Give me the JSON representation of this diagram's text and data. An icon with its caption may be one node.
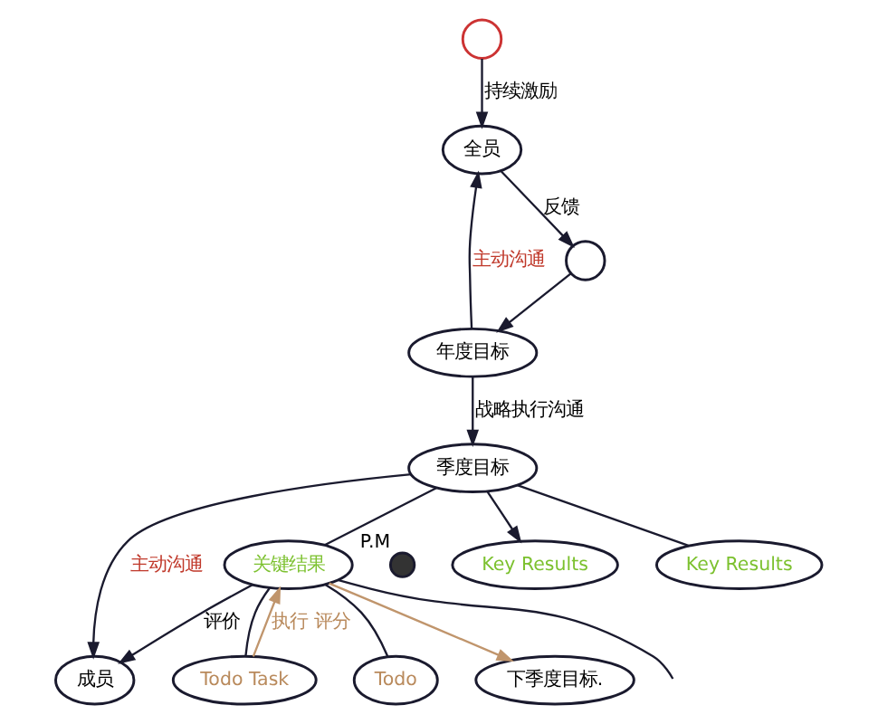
{
  "diagram": {
    "nodes": [
      {
        "text": [],
        "shape": "heart"
      },
      {
        "text": [],
        "shape": "circle"
      },
      {
        "text": [
          "年度目标"
        ]
      },
      {
        "text": [
          "全员"
        ]
      },
      {
        "text": [
          "季度目标"
        ]
      },
      {
        "text": [
          "成员"
        ]
      },
      {
        "text": [
          "关键结果"
        ]
      },
      {
        "text": [],
        "shape": "person",
        "beside": [
          "P.M"
        ]
      },
      {
        "text": [
          "Key Results"
        ]
      },
      {
        "text": [
          "Key Results"
        ]
      },
      {
        "text": [
          "Todo Task"
        ]
      },
      {
        "text": [
          "Todo"
        ]
      },
      {
        "text": [
          "下季度目标."
        ]
      }
    ],
    "edges": [
      {
        "from": 0,
        "to": 3,
        "arrow": "to",
        "label": "持续激励"
      },
      {
        "from": 3,
        "to": 1,
        "arrow": "to",
        "label": "反馈"
      },
      {
        "from": 1,
        "to": 2,
        "arrow": "to"
      },
      {
        "from": 2,
        "to": 3,
        "arrow": "to",
        "label": "主动沟通"
      },
      {
        "from": 2,
        "to": 4,
        "arrow": "to",
        "label": "战略执行沟通"
      },
      {
        "from": 4,
        "to": 5,
        "arrow": "to",
        "label": "主动沟通"
      },
      {
        "from": 6,
        "to": 5,
        "arrow": "to",
        "label": "评价"
      },
      {
        "from": 4,
        "to": 6,
        "arrow": "none"
      },
      {
        "from": 4,
        "to": 8,
        "arrow": "to"
      },
      {
        "from": 4,
        "to": 9,
        "arrow": "none"
      },
      {
        "from": 10,
        "to": 6,
        "arrow": "to",
        "label": "执行 评分",
        "color": "#c0956c"
      },
      {
        "from": 6,
        "to": 12,
        "arrow": "to",
        "color": "#c0956c"
      },
      {
        "from": 6,
        "to": 10,
        "arrow": "none"
      },
      {
        "from": 6,
        "to": 11,
        "arrow": "none"
      },
      {
        "from": 6,
        "to": null,
        "arrow": "none"
      }
    ]
  }
}
